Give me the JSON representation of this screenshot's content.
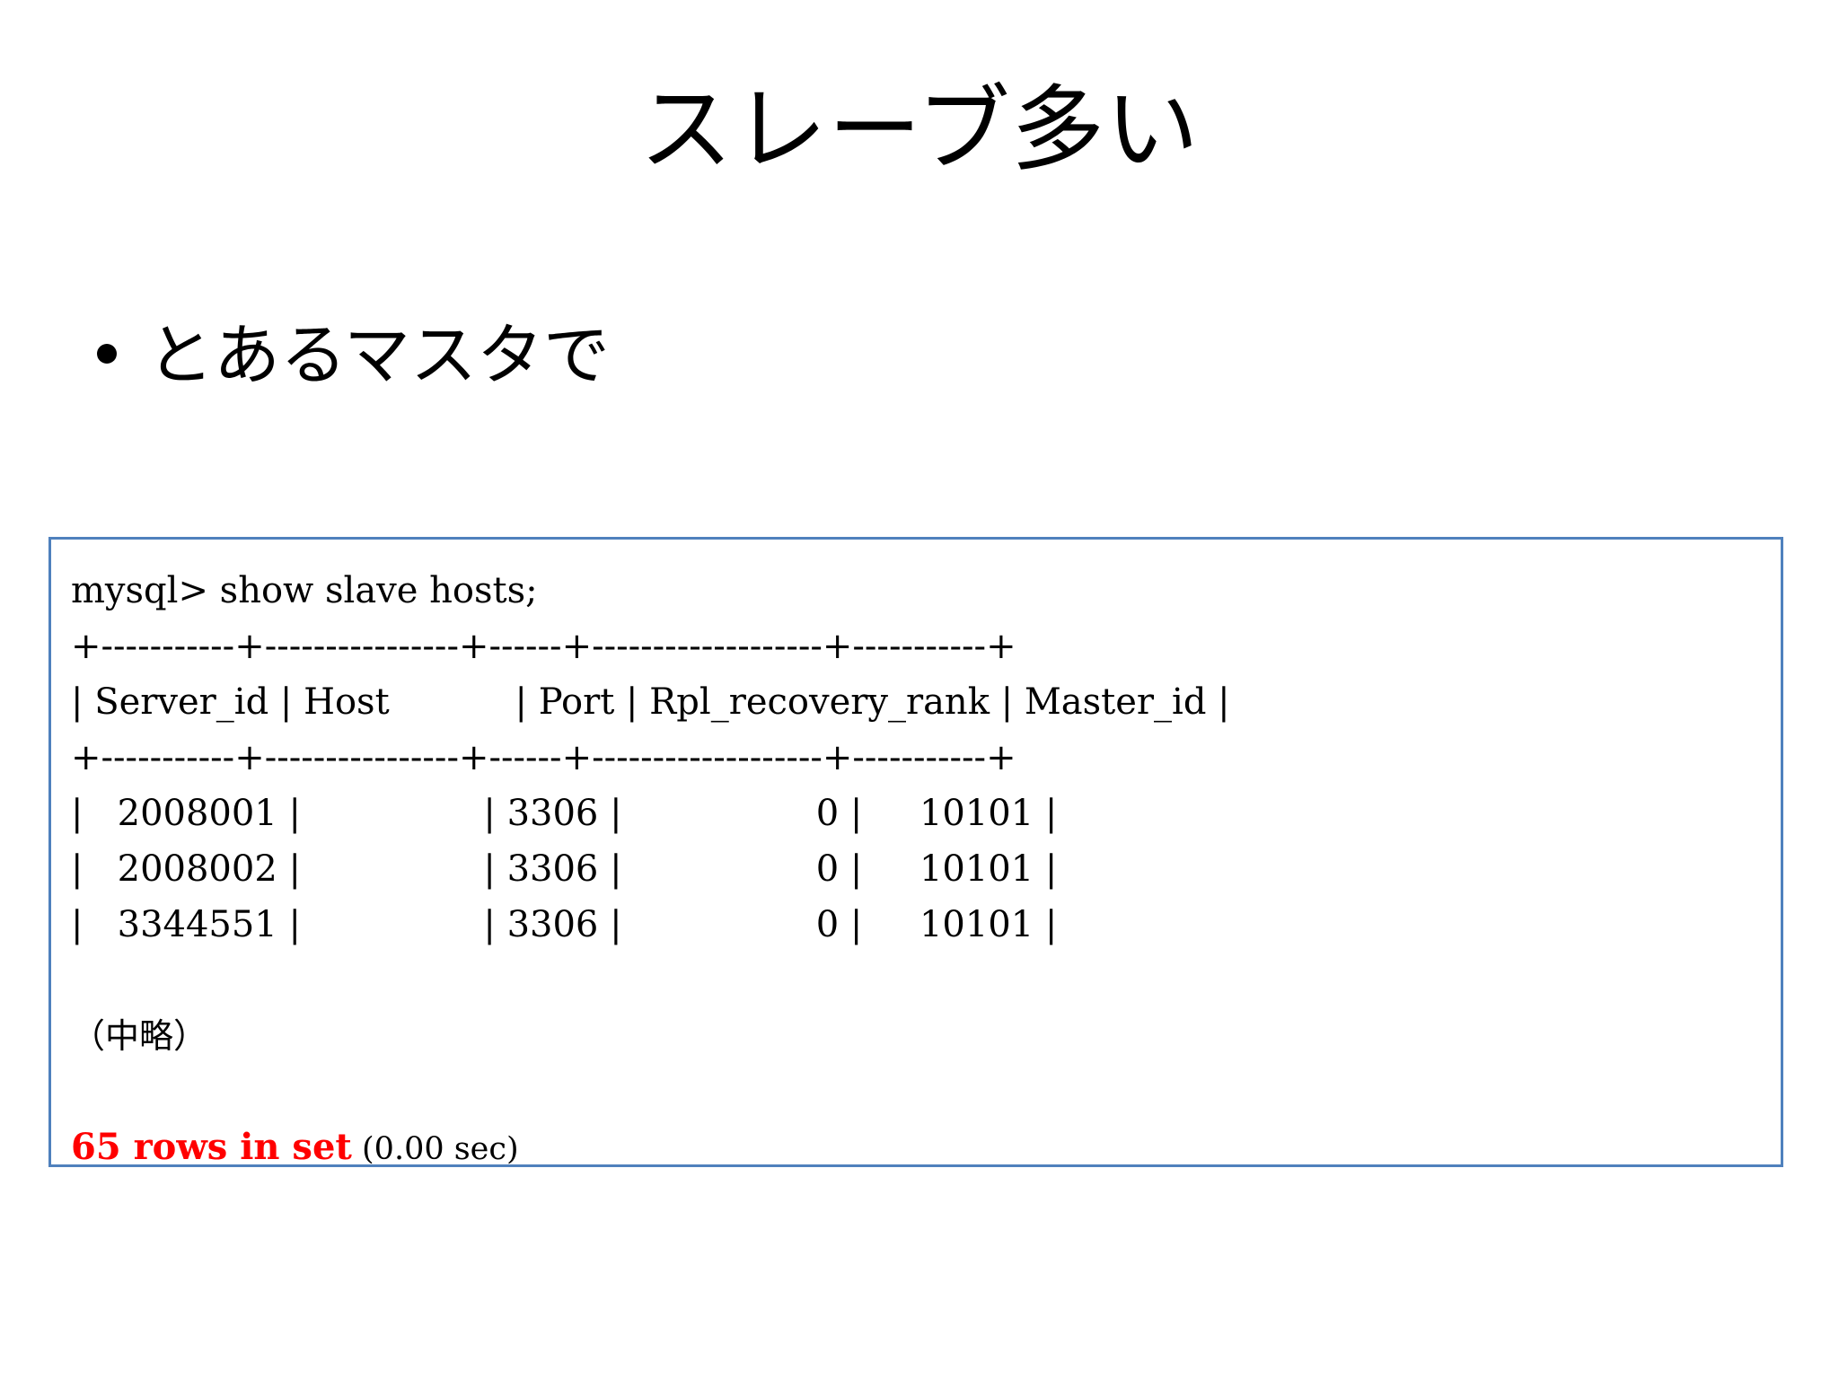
{
  "slide": {
    "title": "スレーブ多い",
    "bullets": [
      {
        "text": "とあるマスタで",
        "marker": "bullet-dot"
      }
    ]
  },
  "code_block": {
    "border_color": "#4f81bd",
    "background": "#ffffff",
    "prompt_line": "mysql> show slave hosts;",
    "separator": "+-----------+----------------+------+-------------------+-----------+",
    "header_row": "| Server_id | Host           | Port | Rpl_recovery_rank | Master_id |",
    "columns": [
      "Server_id",
      "Host",
      "Port",
      "Rpl_recovery_rank",
      "Master_id"
    ],
    "rows": [
      {
        "line": "|   2008001 |                | 3306 |                 0 |     10101 |",
        "Server_id": "2008001",
        "Host": "",
        "Port": "3306",
        "Rpl_recovery_rank": "0",
        "Master_id": "10101"
      },
      {
        "line": "|   2008002 |                | 3306 |                 0 |     10101 |",
        "Server_id": "2008002",
        "Host": "",
        "Port": "3306",
        "Rpl_recovery_rank": "0",
        "Master_id": "10101"
      },
      {
        "line": "|   3344551 |                | 3306 |                 0 |     10101 |",
        "Server_id": "3344551",
        "Host": "",
        "Port": "3306",
        "Rpl_recovery_rank": "0",
        "Master_id": "10101"
      }
    ],
    "omission_note": "（中略）",
    "result_rows_text": "65 rows in set",
    "result_rows_color": "#ff0000",
    "result_time_text": "(0.00 sec)",
    "result_time_color": "#000000"
  }
}
